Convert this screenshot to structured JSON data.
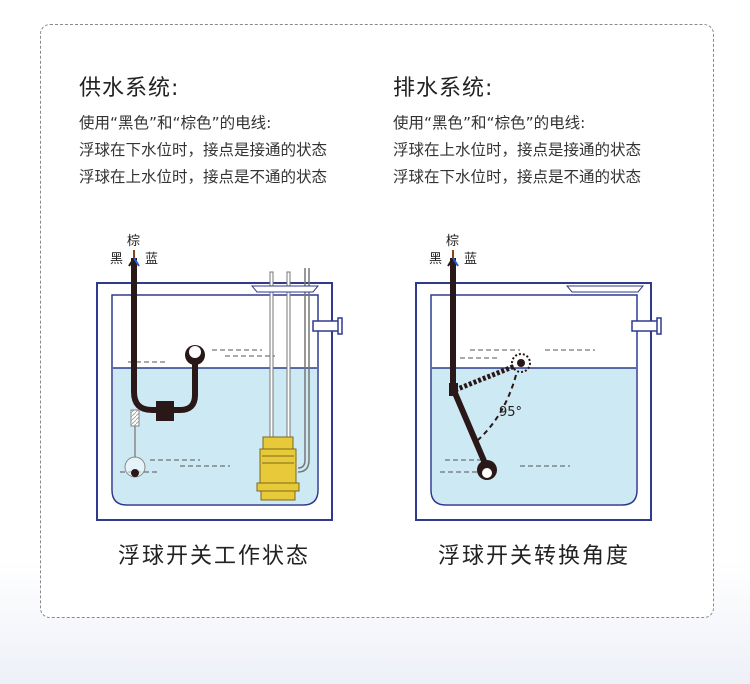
{
  "supply": {
    "title": "供水系统:",
    "lines": [
      "使用“黑色”和“棕色”的电线:",
      "浮球在下水位时，接点是接通的状态",
      "浮球在上水位时，接点是不通的状态"
    ],
    "wire_labels": {
      "brown": "棕",
      "black": "黑",
      "blue": "蓝"
    },
    "caption": "浮球开关工作状态"
  },
  "drain": {
    "title": "排水系统:",
    "lines": [
      "使用“黑色”和“棕色”的电线:",
      "浮球在上水位时，接点是接通的状态",
      "浮球在下水位时，接点是不通的状态"
    ],
    "wire_labels": {
      "brown": "棕",
      "black": "黑",
      "blue": "蓝"
    },
    "angle": "95°",
    "caption": "浮球开关转换角度"
  },
  "colors": {
    "tank_outline": "#2f3a8f",
    "water": "#cde9f3",
    "cable": "#2a1818",
    "pump": "#e8c93a",
    "wire_brown": "#8b4513",
    "wire_blue": "#1e5bd8"
  }
}
